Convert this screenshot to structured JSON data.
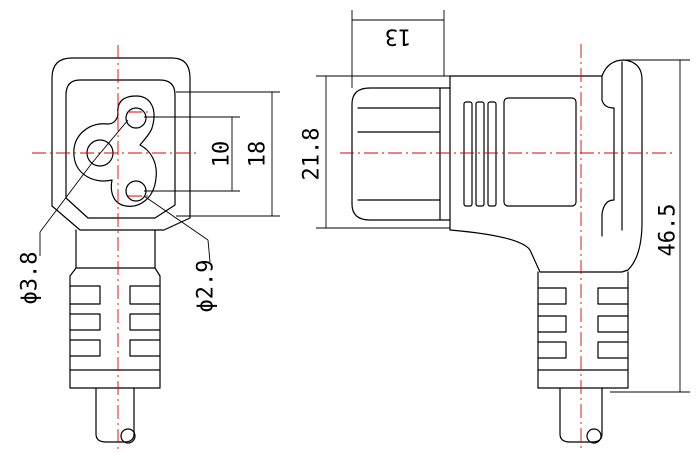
{
  "dimensions": {
    "pin_spacing": "10",
    "face_height": "18",
    "body_height": "21.8",
    "head_depth": "13",
    "overall_height": "46.5",
    "small_hole_diameter": "ϕ2.9",
    "large_hole_diameter": "ϕ3.8"
  },
  "colors": {
    "outline": "#000000",
    "centerline": "#e00000",
    "background": "#ffffff"
  }
}
